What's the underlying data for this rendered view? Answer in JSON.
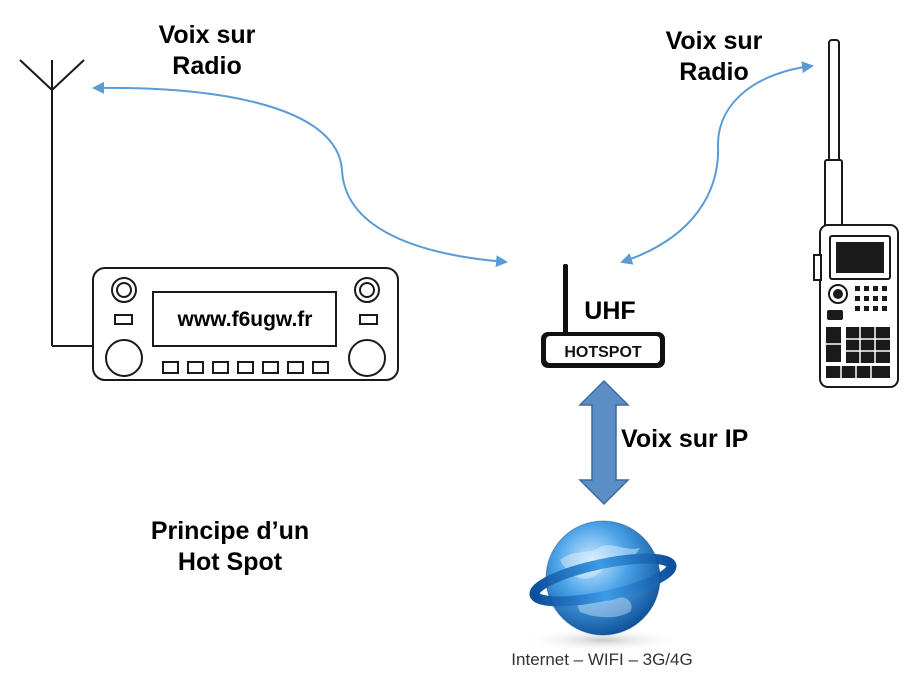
{
  "labels": {
    "voice_radio_left_line1": "Voix sur",
    "voice_radio_left_line2": "Radio",
    "voice_radio_right_line1": "Voix sur",
    "voice_radio_right_line2": "Radio",
    "mobile_radio_display": "www.f6ugw.fr",
    "uhf": "UHF",
    "hotspot_label": "HOTSPOT",
    "voice_ip": "Voix sur IP",
    "title_line1": "Principe d’un",
    "title_line2": "Hot Spot",
    "internet_caption": "Internet – WIFI – 3G/4G"
  },
  "colors": {
    "arrow_blue": "#5b9bd5",
    "ip_arrow_fill": "#5b8ec4",
    "ip_arrow_stroke": "#3c6a9c",
    "line": "#1a1a1a",
    "globe_blue": "#1f78c8"
  },
  "icons": {
    "antenna": "antenna-icon",
    "mobile_radio": "mobile-radio-icon",
    "handheld_radio": "handheld-radio-icon",
    "hotspot": "hotspot-icon",
    "globe": "globe-icon"
  }
}
